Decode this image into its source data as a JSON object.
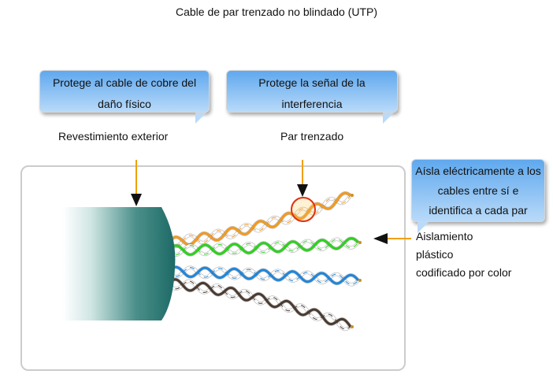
{
  "title": "Cable de par trenzado no blindado (UTP)",
  "callouts": {
    "jacket_protect": "Protege al cable de cobre del daño físico",
    "signal_protect": "Protege la señal de la interferencia",
    "insulation": "Aísla eléctricamente a los cables entre sí e identifica a cada par"
  },
  "labels": {
    "jacket": "Revestimiento exterior",
    "twisted_pair": "Par trenzado",
    "insulation_line1": "Aislamiento",
    "insulation_line2": "plástico",
    "insulation_line3": "codificado por color"
  },
  "colors": {
    "callout_top": "#5fa8ee",
    "callout_bottom": "#b9daf9",
    "arrow": "#f0a000",
    "jacket": "#1d6a66",
    "pair_orange": "#f39a1e",
    "pair_green": "#2ed11e",
    "pair_blue": "#1e86dc",
    "pair_brown": "#4a3a30",
    "highlight_ring": "#e03010"
  }
}
